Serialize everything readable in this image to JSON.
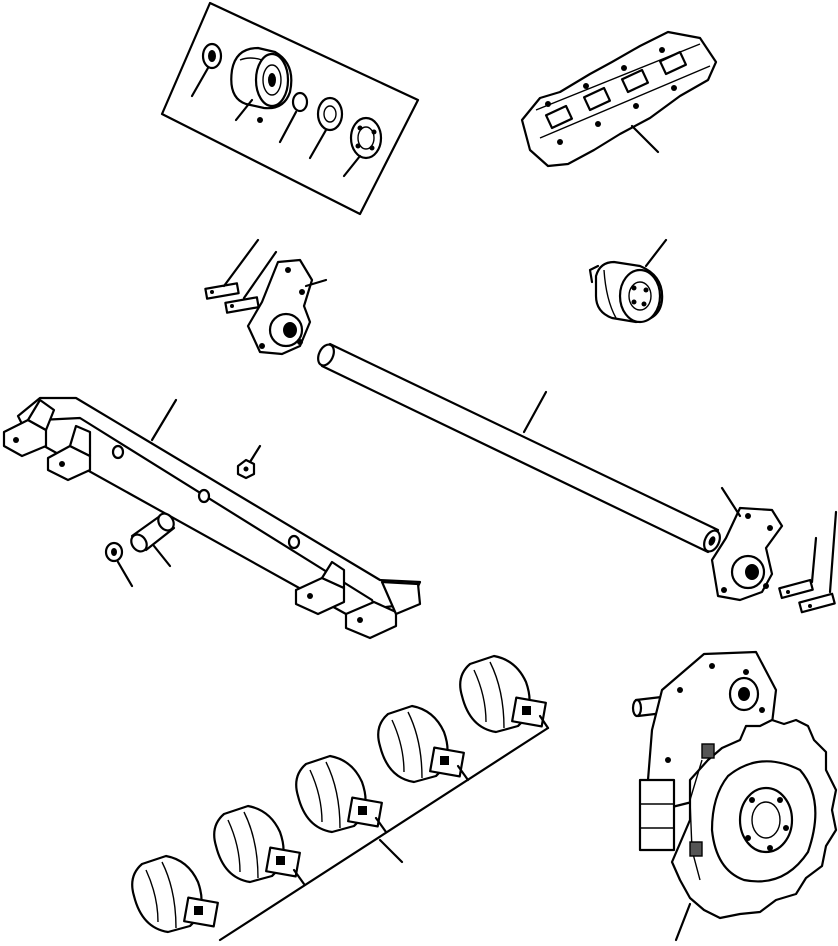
{
  "figure": {
    "background": "#ffffff",
    "ink": "#000000"
  },
  "parts": [
    {
      "name": "carrier-roller-kit"
    },
    {
      "name": "track-chain"
    },
    {
      "name": "front-idler"
    },
    {
      "name": "left-pivot-bracket"
    },
    {
      "name": "pivot-shaft"
    },
    {
      "name": "equalizer-bar"
    },
    {
      "name": "right-pivot-bracket"
    },
    {
      "name": "pin-and-washer"
    },
    {
      "name": "track-rollers"
    },
    {
      "name": "final-drive-sprocket"
    }
  ]
}
